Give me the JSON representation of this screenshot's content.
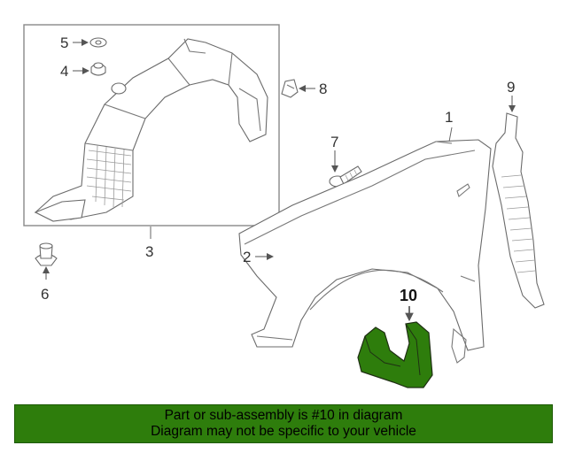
{
  "callouts": {
    "c1": "1",
    "c2": "2",
    "c3": "3",
    "c4": "4",
    "c5": "5",
    "c6": "6",
    "c7": "7",
    "c8": "8",
    "c9": "9",
    "c10": "10"
  },
  "banner": {
    "line1": "Part or sub-assembly is #10 in diagram",
    "line2": "Diagram may not be specific to your vehicle"
  },
  "colors": {
    "highlight_part": "#2e7d0c",
    "banner_bg": "#2e7d0c",
    "line_art": "#6b6b6b"
  }
}
